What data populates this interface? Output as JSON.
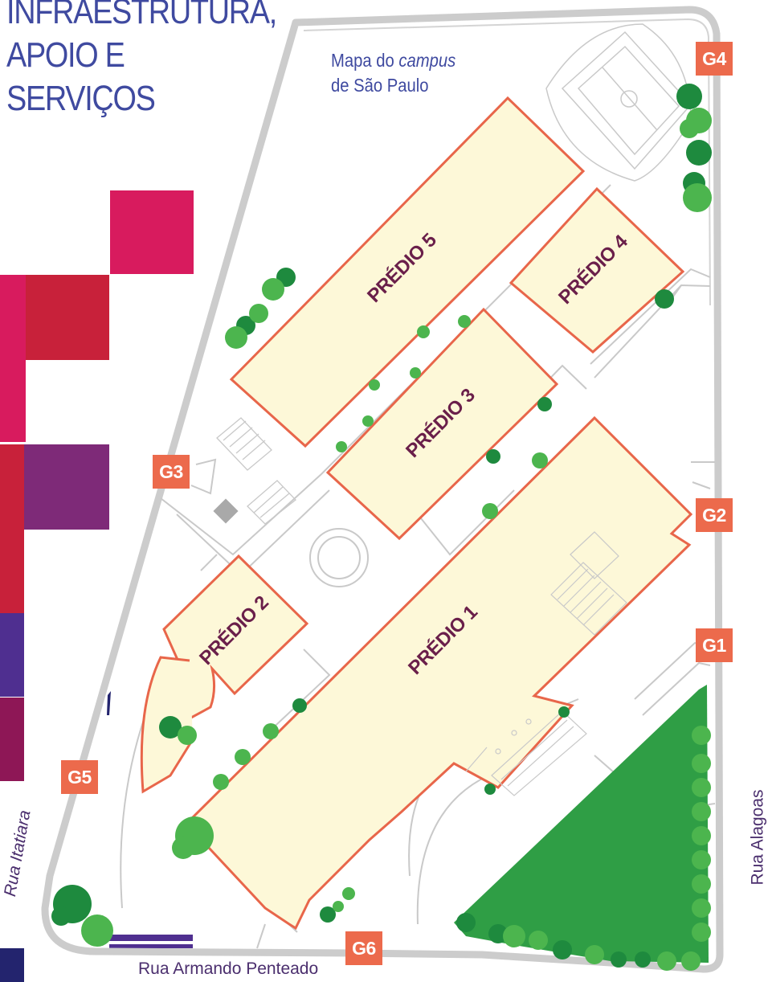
{
  "heading": {
    "line1": "INFRAESTRUTURA,",
    "line2": "APOIO E",
    "line3": "SERVIÇOS"
  },
  "map_title": {
    "line1_prefix": "Mapa do ",
    "line1_italic": "campus",
    "line2": "de São Paulo"
  },
  "buildings": {
    "b1": "PRÉDIO 1",
    "b2": "PRÉDIO 2",
    "b3": "PRÉDIO 3",
    "b4": "PRÉDIO 4",
    "b5": "PRÉDIO 5"
  },
  "gates": {
    "g1": "G1",
    "g2": "G2",
    "g3": "G3",
    "g4": "G4",
    "g5": "G5",
    "g6": "G6"
  },
  "streets": {
    "itatiara": "Rua Itatiara",
    "alagoas": "Rua Alagoas",
    "armando_penteado": "Rua Armando Penteado"
  },
  "colors": {
    "building_fill": "#fdf8d8",
    "building_stroke": "#e8664a",
    "gate": "#ec6a4c",
    "heading": "#3f4aa0",
    "road": "#c9c9c9",
    "tree_dark": "#1e8a3e",
    "tree_light": "#4cb54e",
    "green_area": "#2f9e45",
    "deco_magenta": "#d81b5e",
    "deco_red": "#c8213a",
    "deco_purple": "#7e2a78",
    "deco_violet": "#4f2f90",
    "deco_navy": "#23246e"
  }
}
